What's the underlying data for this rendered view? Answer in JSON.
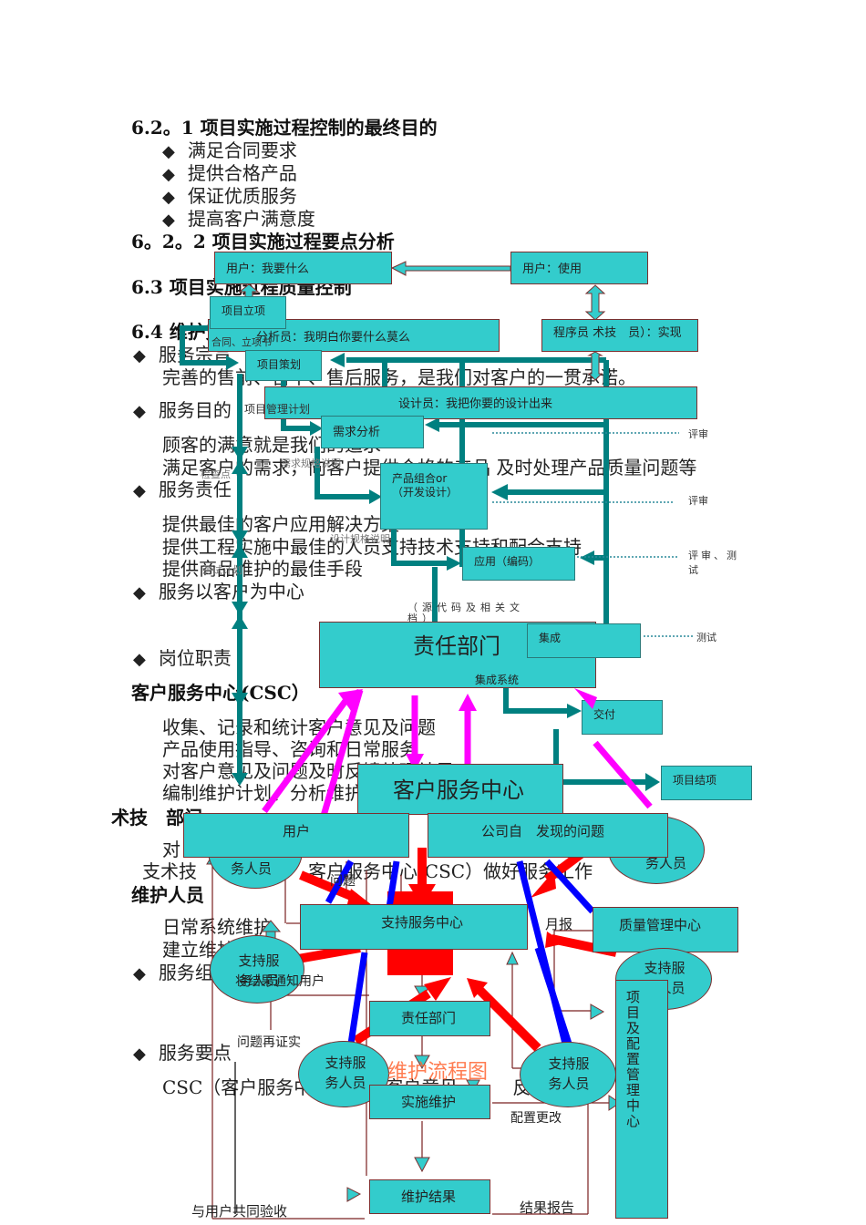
{
  "doc": {
    "s621_title": "6.2。1 项目实施过程控制的最终目的",
    "s621_items": [
      "满足合同要求",
      "提供合格产品",
      "保证优质服务",
      "提高客户满意度"
    ],
    "s622_title": "6。2。2 项目实施过程要点分析",
    "s63_title": "6.3 项目实施过程质量控制",
    "s64_title": "6.4 维护支持",
    "b_service_purpose": "服务宗旨",
    "t_purpose": "完善的售前、售中、售后服务，是我们对客户的一贯承诺。",
    "b_service_goal": "服务目的",
    "t_goal1": "顾客的满意就是我们的追求",
    "t_goal2": "满足客户的需求，向客户提供合格的产品 及时处理产品质量问题等",
    "b_service_resp": "服务责任",
    "t_resp1": "提供最佳的客户应用解决方案",
    "t_resp2": "提供工程实施中最佳的人员支持技术支持和配合支持",
    "t_resp3": "提供商品维护的最佳手段",
    "b_customer_center": "服务以客户为中心",
    "b_post_duty": "岗位职责",
    "csc_title": "客户服务中心(CSC）",
    "csc_items": [
      "收集、记录和统计客户意见及问题",
      "产品使用指导、咨询和日常服务",
      "对客户意见及问题及时反馈处理结果",
      "编制维护计划、分析维护数据"
    ],
    "tech_title": "术技　部门",
    "tech_line1": "对",
    "tech_line2": "支术技",
    "tech_line2b": "客户服务中心(CSC）做好服务工作",
    "maint_title": "维护人员",
    "maint_items": [
      "日常系统维护",
      "建立维护"
    ],
    "b_service_team": "服务组",
    "b_service_points": "服务要点",
    "t_points": "CSC（客户服务中心）搜集客户意见　　　反馈"
  },
  "flow1": {
    "user_want": "用户：我要什么",
    "user_use": "用户：使用",
    "analyst": "分析员：我明白你要什么莫么",
    "programmer": "程序员 术技　员）：实现",
    "designer": "设计员：我把你要的设计出来",
    "project_init": "项目立项",
    "contract": "合同、立项书",
    "project_plan": "项目策划",
    "pm_plan": "项目管理计划",
    "req_analysis": "需求分析",
    "req_spec": "需求规格说明",
    "checkpoint": "检查点",
    "product_combo": "产品组合or",
    "dev_design": "（开发设计）",
    "design_spec": "设计规格说明",
    "app_coding": "应用（编码）",
    "source_docs": "（源代码及相关文档）",
    "test_plan": "测试计划",
    "responsible_dept": "责任部门",
    "integrated_system": "集成系统",
    "integration": "集成",
    "delivery": "交付",
    "project_close": "项目结项",
    "review1": "评审",
    "review2": "评审",
    "review_test": "评审、测试",
    "test": "测试"
  },
  "flow2": {
    "csc": "客户服务中心",
    "user": "用户",
    "company_issue": "公司自　发现的问题",
    "support_center": "支持服务中心",
    "quality_center": "质量管理中心",
    "responsible_dept": "责任部门",
    "implement": "实施维护",
    "result": "维护结果",
    "config_center": "项目及配置管理中心",
    "support_staff": "支持服务人员",
    "support_staff_a": "务人员",
    "support_staff_r": "服\n务人员",
    "notify_user": "将结果通知用户",
    "reconfirm": "问题再证实",
    "issue": "问题",
    "monthly_report": "月报",
    "config_change": "配置更改",
    "accept_with_user": "与用户共同验收",
    "result_report": "结果报告",
    "caption": "维护流程图"
  },
  "colors": {
    "box_fill": "#33cccc",
    "teal_arrow": "#008080",
    "magenta": "#ff00ff",
    "red": "#ff0000",
    "blue": "#0000ff",
    "border": "#7a3030"
  }
}
